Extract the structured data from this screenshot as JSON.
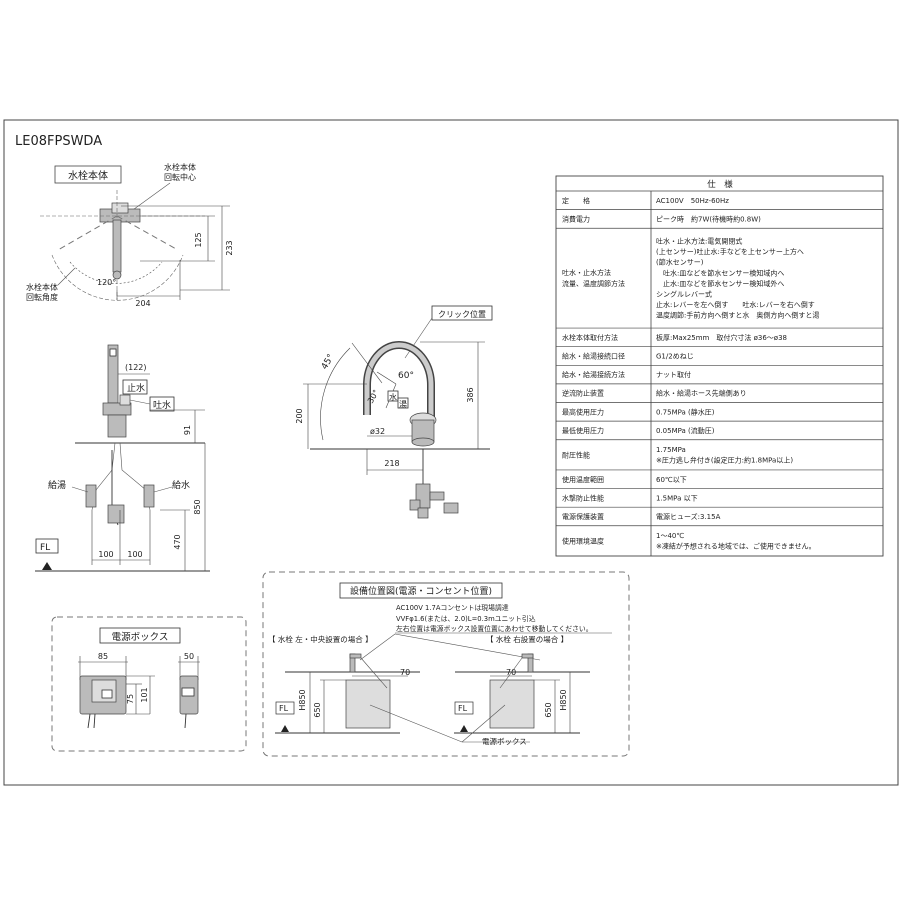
{
  "header": {
    "model": "LE08FPSWDA"
  },
  "views": {
    "top": {
      "box_label": "水栓本体",
      "rotation_center": [
        "水栓本体",
        "回転中心"
      ],
      "rotation_angle": [
        "水栓本体",
        "回転角度"
      ],
      "angle": "120°",
      "dim_125": "125",
      "dim_233": "233",
      "dim_204": "204"
    },
    "side": {
      "dim_122": "(122)",
      "stop_label": "止水",
      "spout_label": "吐水",
      "dim_91": "91",
      "hot_label": "給湯",
      "cold_label": "給水",
      "dim_850": "850",
      "dim_470": "470",
      "dim_100a": "100",
      "dim_100b": "100",
      "fl_label": "FL"
    },
    "front": {
      "click_label": "クリック位置",
      "angle_45": "45°",
      "angle_60": "60°",
      "angle_30": "30°",
      "cold_mark": "水",
      "hot_mark": "湯",
      "dim_386": "386",
      "dim_200": "200",
      "dim_32": "ø32",
      "dim_218": "218"
    },
    "power_box": {
      "title": "電源ボックス",
      "dim_85": "85",
      "dim_50": "50",
      "dim_75": "75",
      "dim_101": "101"
    },
    "install": {
      "title": "設備位置図(電源・コンセント位置)",
      "note1": "AC100V 1.7Aコンセントは現場調達",
      "note2": "VVFφ1.6(または、2.0)L=0.3mユニット引込",
      "note3": "左右位置は電源ボックス設置位置にあわせて移動してください。",
      "left_case": "【 水栓 左・中央設置の場合 】",
      "right_case": "【 水栓 右設置の場合 】",
      "dim_70a": "70",
      "dim_70b": "70",
      "dim_650a": "650",
      "dim_650b": "650",
      "dim_h850a": "H850",
      "dim_h850b": "H850",
      "fl_a": "FL",
      "fl_b": "FL",
      "box_label": "電源ボックス"
    }
  },
  "spec": {
    "title": "仕　様",
    "rows": [
      {
        "label": "定　　格",
        "value": [
          "AC100V　50Hz-60Hz"
        ]
      },
      {
        "label": "消費電力",
        "value": [
          "ピーク時　約7W(待機時約0.8W)"
        ]
      },
      {
        "label": "吐水・止水方法\n流量、温度調節方法",
        "value": [
          "吐水・止水方法:電気開閉式",
          "(上センサー)吐止水:手などを上センサー上方へ",
          "(節水センサー)",
          "　吐水:皿などを節水センサー検知域内へ",
          "　止水:皿などを節水センサー検知域外へ",
          "シングルレバー式",
          "止水:レバーを左へ倒す　　吐水:レバーを右へ倒す",
          "温度調節:手前方向へ倒すと水　奥側方向へ倒すと湯"
        ]
      },
      {
        "label": "水栓本体取付方法",
        "value": [
          "板厚:Max25mm　取付穴寸法 ø36～ø38"
        ]
      },
      {
        "label": "給水・給湯接続口径",
        "value": [
          "G1/2めねじ"
        ]
      },
      {
        "label": "給水・給湯接続方法",
        "value": [
          "ナット取付"
        ]
      },
      {
        "label": "逆流防止装置",
        "value": [
          "給水・給湯ホース先端側あり"
        ]
      },
      {
        "label": "最高使用圧力",
        "value": [
          "0.75MPa (静水圧)"
        ]
      },
      {
        "label": "最低使用圧力",
        "value": [
          "0.05MPa (流動圧)"
        ]
      },
      {
        "label": "耐圧性能",
        "value": [
          "1.75MPa",
          "※圧力逃し弁付き(設定圧力:約1.8MPa以上)"
        ]
      },
      {
        "label": "使用温度範囲",
        "value": [
          "60℃以下"
        ]
      },
      {
        "label": "水撃防止性能",
        "value": [
          "1.5MPa 以下"
        ]
      },
      {
        "label": "電源保護装置",
        "value": [
          "電源ヒューズ:3.15A"
        ]
      },
      {
        "label": "使用環境温度",
        "value": [
          "1～40℃",
          "※凍結が予想される地域では、ご使用できません。"
        ]
      }
    ]
  }
}
